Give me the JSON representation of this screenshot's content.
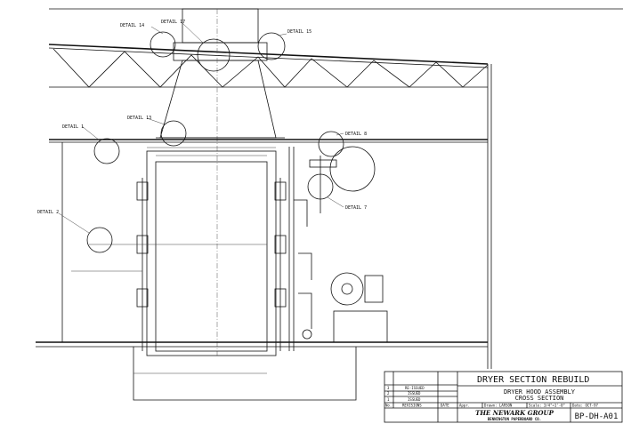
{
  "drawing": {
    "callouts": [
      {
        "id": "detail-14",
        "label": "DETAIL 14"
      },
      {
        "id": "detail-17",
        "label": "DETAIL 17"
      },
      {
        "id": "detail-15",
        "label": "DETAIL 15"
      },
      {
        "id": "detail-1",
        "label": "DETAIL 1"
      },
      {
        "id": "detail-13",
        "label": "DETAIL 13"
      },
      {
        "id": "detail-8",
        "label": "DETAIL 8"
      },
      {
        "id": "detail-7",
        "label": "DETAIL 7"
      },
      {
        "id": "detail-2",
        "label": "DETAIL 2"
      }
    ]
  },
  "title_block": {
    "project": "DRYER SECTION REBUILD",
    "title_line1": "DRYER HOOD ASSEMBLY",
    "title_line2": "CROSS SECTION",
    "appr_label": "Appr.",
    "drawn": "Drawn: LARSON",
    "scale": "Scale: 3/4\"=1'-0\"",
    "date": "Date: OCT-97",
    "company": "THE NEWARK GROUP",
    "division": "BENNINGTON PAPERBOARD CO.",
    "drawing_number": "BP-DH-A01",
    "revisions_header": {
      "no": "No.",
      "desc": "REVISIONS",
      "date": "DATE"
    },
    "revisions": [
      {
        "no": "3",
        "desc": "RE-ISSUED",
        "date": "-"
      },
      {
        "no": "2",
        "desc": "ISSUED",
        "date": "-"
      },
      {
        "no": "1",
        "desc": "ISSUED",
        "date": "-"
      }
    ]
  }
}
